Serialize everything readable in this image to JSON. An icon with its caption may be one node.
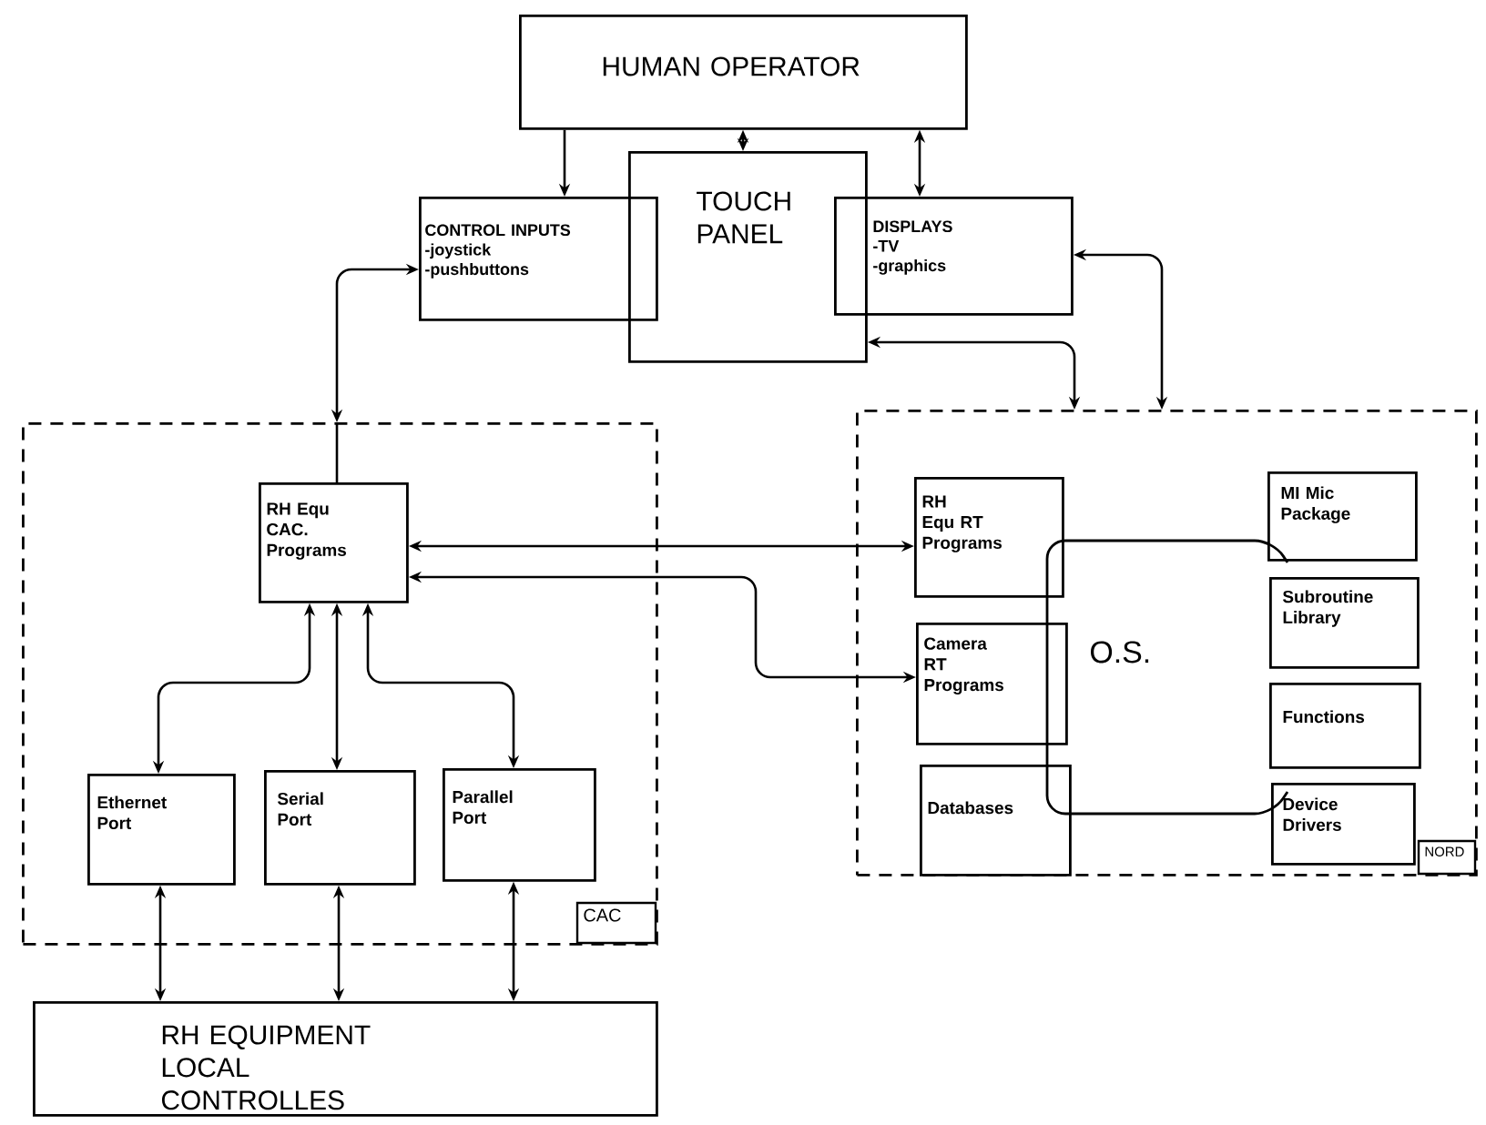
{
  "diagram": {
    "nodes": [
      {
        "text": [
          "HUMAN OPERATOR"
        ]
      },
      {
        "text": [
          "CONTROL INPUTS",
          "-joystick",
          "-pushbuttons"
        ]
      },
      {
        "text": [
          "TOUCH PANEL"
        ]
      },
      {
        "text": [
          "DISPLAYS",
          "-TV",
          "-graphics"
        ]
      },
      {
        "text": [
          "CAC"
        ]
      },
      {
        "text": [
          "RH Equ CAC. Programs"
        ],
        "in": 4
      },
      {
        "text": [
          "Ethernet Port"
        ],
        "in": 4
      },
      {
        "text": [
          "Serial Port"
        ],
        "in": 4
      },
      {
        "text": [
          "Parallel Port"
        ],
        "in": 4
      },
      {
        "text": [
          "NORD"
        ]
      },
      {
        "text": [
          "RH Equ RT Programs"
        ],
        "in": 9
      },
      {
        "text": [
          "Camera RT Programs"
        ],
        "in": 9
      },
      {
        "text": [
          "Databases"
        ],
        "in": 9
      },
      {
        "text": [
          "O.S."
        ],
        "in": 9
      },
      {
        "text": [
          "MI Mic Package"
        ],
        "in": 9
      },
      {
        "text": [
          "Subroutine Library"
        ],
        "in": 9
      },
      {
        "text": [
          "Functions"
        ],
        "in": 9
      },
      {
        "text": [
          "Device Drivers"
        ],
        "in": 9
      },
      {
        "text": [
          "RH EQUIPMENT LOCAL CONTROLLES"
        ]
      }
    ],
    "edges": [
      {
        "from": 0,
        "to": 1,
        "arrow": "to"
      },
      {
        "from": 0,
        "to": 2,
        "arrow": "both"
      },
      {
        "from": 0,
        "to": 3,
        "arrow": "both"
      },
      {
        "from": 1,
        "to": 4,
        "arrow": "both"
      },
      {
        "from": 4,
        "to": 5,
        "arrow": "none"
      },
      {
        "from": 2,
        "to": 9,
        "arrow": "both"
      },
      {
        "from": 3,
        "to": 9,
        "arrow": "both"
      },
      {
        "from": 5,
        "to": 10,
        "arrow": "both"
      },
      {
        "from": 5,
        "to": 11,
        "arrow": "both"
      },
      {
        "from": 5,
        "to": 6,
        "arrow": "both"
      },
      {
        "from": 5,
        "to": 7,
        "arrow": "both"
      },
      {
        "from": 5,
        "to": 8,
        "arrow": "both"
      },
      {
        "from": 6,
        "to": 18,
        "arrow": "both"
      },
      {
        "from": 7,
        "to": 18,
        "arrow": "both"
      },
      {
        "from": 8,
        "to": 18,
        "arrow": "both"
      }
    ]
  }
}
